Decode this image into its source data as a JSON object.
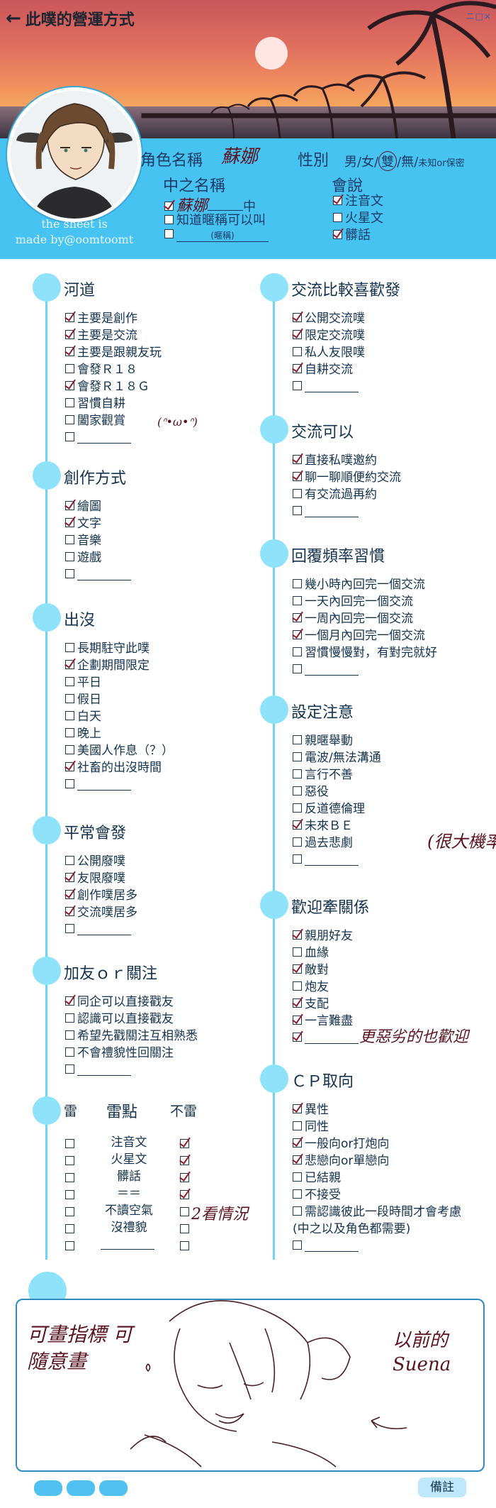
{
  "header": {
    "back_arrow": "←",
    "title": "此噗的營運方式",
    "top_right_mark": "ニ□×"
  },
  "profile": {
    "role_name_label": "角色名稱",
    "role_name_value": "蘇娜",
    "gender_label": "性別",
    "gender_options": [
      "男/",
      "女/",
      "雙",
      "/無/"
    ],
    "gender_note": "未知or保密",
    "gender_selected": "雙",
    "zhongzhi_label": "中之名稱",
    "zhongzhi_value": "蘇娜",
    "zhongzhi_suffix": "中",
    "zhongzhi_opt2": "知道暱稱可以叫",
    "zhongzhi_nick_hint": "(暱稱)",
    "lang_label": "會說",
    "lang_items": [
      {
        "label": "注音文",
        "checked": true
      },
      {
        "label": "火星文",
        "checked": false
      },
      {
        "label": "髒話",
        "checked": true
      }
    ],
    "credit_line1": "the sheet is",
    "credit_line2": "made by@oomtoomt"
  },
  "sections_left": [
    {
      "title": "河道",
      "items": [
        {
          "label": "主要是創作",
          "checked": true
        },
        {
          "label": "主要是交流",
          "checked": true
        },
        {
          "label": "主要是跟親友玩",
          "checked": true
        },
        {
          "label": "會發Ｒ１８",
          "checked": false
        },
        {
          "label": "會發Ｒ１８Ｇ",
          "checked": true
        },
        {
          "label": "習慣自耕",
          "checked": false
        },
        {
          "label": "闔家觀賞",
          "checked": false
        },
        {
          "label": "",
          "checked": false,
          "blank": true
        }
      ],
      "note": "(ᐢ•ω•ᐢ)"
    },
    {
      "title": "創作方式",
      "items": [
        {
          "label": "繪圖",
          "checked": true
        },
        {
          "label": "文字",
          "checked": true
        },
        {
          "label": "音樂",
          "checked": false
        },
        {
          "label": "遊戲",
          "checked": false
        },
        {
          "label": "",
          "checked": false,
          "blank": true
        }
      ]
    },
    {
      "title": "出沒",
      "items": [
        {
          "label": "長期駐守此噗",
          "checked": false
        },
        {
          "label": "企劃期間限定",
          "checked": true
        },
        {
          "label": "平日",
          "checked": false
        },
        {
          "label": "假日",
          "checked": false
        },
        {
          "label": "白天",
          "checked": false
        },
        {
          "label": "晚上",
          "checked": false
        },
        {
          "label": "美國人作息（？）",
          "checked": false
        },
        {
          "label": "社畜的出沒時間",
          "checked": true
        },
        {
          "label": "",
          "checked": false,
          "blank": true
        }
      ]
    },
    {
      "title": "平常會發",
      "items": [
        {
          "label": "公開廢噗",
          "checked": false
        },
        {
          "label": "友限廢噗",
          "checked": true
        },
        {
          "label": "創作噗居多",
          "checked": true
        },
        {
          "label": "交流噗居多",
          "checked": true
        },
        {
          "label": "",
          "checked": false,
          "blank": true
        }
      ]
    },
    {
      "title": "加友ｏｒ關注",
      "items": [
        {
          "label": "同企可以直接戳友",
          "checked": true
        },
        {
          "label": "認識可以直接戳友",
          "checked": false
        },
        {
          "label": "希望先戳關注互相熟悉",
          "checked": false
        },
        {
          "label": "不會禮貌性回關注",
          "checked": false
        },
        {
          "label": "",
          "checked": false,
          "blank": true
        }
      ]
    }
  ],
  "mines": {
    "left_header": "雷",
    "center_header": "雷點",
    "right_header": "不雷",
    "rows": [
      {
        "label": "注音文",
        "mine": false,
        "ok": true
      },
      {
        "label": "火星文",
        "mine": false,
        "ok": true
      },
      {
        "label": "髒話",
        "mine": false,
        "ok": true
      },
      {
        "label": "＝＝",
        "mine": false,
        "ok": true
      },
      {
        "label": "不讀空氣",
        "mine": false,
        "ok": false
      },
      {
        "label": "沒禮貌",
        "mine": false,
        "ok": false
      },
      {
        "label": "",
        "mine": false,
        "ok": false,
        "blank": true
      }
    ],
    "note": "2看情況"
  },
  "sections_right": [
    {
      "title": "交流比較喜歡發",
      "items": [
        {
          "label": "公開交流噗",
          "checked": true
        },
        {
          "label": "限定交流噗",
          "checked": true
        },
        {
          "label": "私人友限噗",
          "checked": false
        },
        {
          "label": "自耕交流",
          "checked": true
        },
        {
          "label": "",
          "checked": false,
          "blank": true
        }
      ]
    },
    {
      "title": "交流可以",
      "items": [
        {
          "label": "直接私噗邀約",
          "checked": true
        },
        {
          "label": "聊一聊順便約交流",
          "checked": true
        },
        {
          "label": "有交流過再約",
          "checked": false
        },
        {
          "label": "",
          "checked": false,
          "blank": true
        }
      ]
    },
    {
      "title": "回覆頻率習慣",
      "items": [
        {
          "label": "幾小時內回完一個交流",
          "checked": false
        },
        {
          "label": "一天內回完一個交流",
          "checked": false
        },
        {
          "label": "一周內回完一個交流",
          "checked": true
        },
        {
          "label": "一個月內回完一個交流",
          "checked": true
        },
        {
          "label": "習慣慢慢對，有對完就好",
          "checked": false
        },
        {
          "label": "",
          "checked": false,
          "blank": true
        }
      ]
    },
    {
      "title": "設定注意",
      "items": [
        {
          "label": "親暱舉動",
          "checked": false
        },
        {
          "label": "電波/無法溝通",
          "checked": false
        },
        {
          "label": "言行不善",
          "checked": false
        },
        {
          "label": "惡役",
          "checked": false
        },
        {
          "label": "反道德倫理",
          "checked": false
        },
        {
          "label": "未來ＢＥ",
          "checked": true
        },
        {
          "label": "過去悲劇",
          "checked": false
        },
        {
          "label": "",
          "checked": false,
          "blank": true
        }
      ],
      "note": "(很大機率)"
    },
    {
      "title": "歡迎牽關係",
      "items": [
        {
          "label": "親朋好友",
          "checked": true
        },
        {
          "label": "血緣",
          "checked": false
        },
        {
          "label": "敵對",
          "checked": true
        },
        {
          "label": "炮友",
          "checked": false
        },
        {
          "label": "支配",
          "checked": true
        },
        {
          "label": "一言難盡",
          "checked": true
        },
        {
          "label": "",
          "checked": true,
          "blank": true
        }
      ],
      "note": "更惡劣的也歡迎"
    },
    {
      "title": "ＣＰ取向",
      "items": [
        {
          "label": "異性",
          "checked": true
        },
        {
          "label": "同性",
          "checked": false
        },
        {
          "label": "一般向or打炮向",
          "checked": true
        },
        {
          "label": "悲戀向or單戀向",
          "checked": true
        },
        {
          "label": "已結親",
          "checked": false
        },
        {
          "label": "不接受",
          "checked": false
        },
        {
          "label": "需認識彼此一段時間才會考慮",
          "checked": false
        },
        {
          "label": "(中之以及角色都需要)",
          "checked": false,
          "nobox": true
        },
        {
          "label": "",
          "checked": false,
          "blank": true
        }
      ]
    }
  ],
  "bottom": {
    "note_left": "可畫指標 可隨意畫",
    "note_right": "以前的Suena",
    "remark_button": "備註"
  },
  "colors": {
    "accent": "#47c3f2",
    "dot": "#8ee3fb",
    "line": "#6fd3f6",
    "text": "#14324d",
    "ink": "#8b1c2c"
  }
}
